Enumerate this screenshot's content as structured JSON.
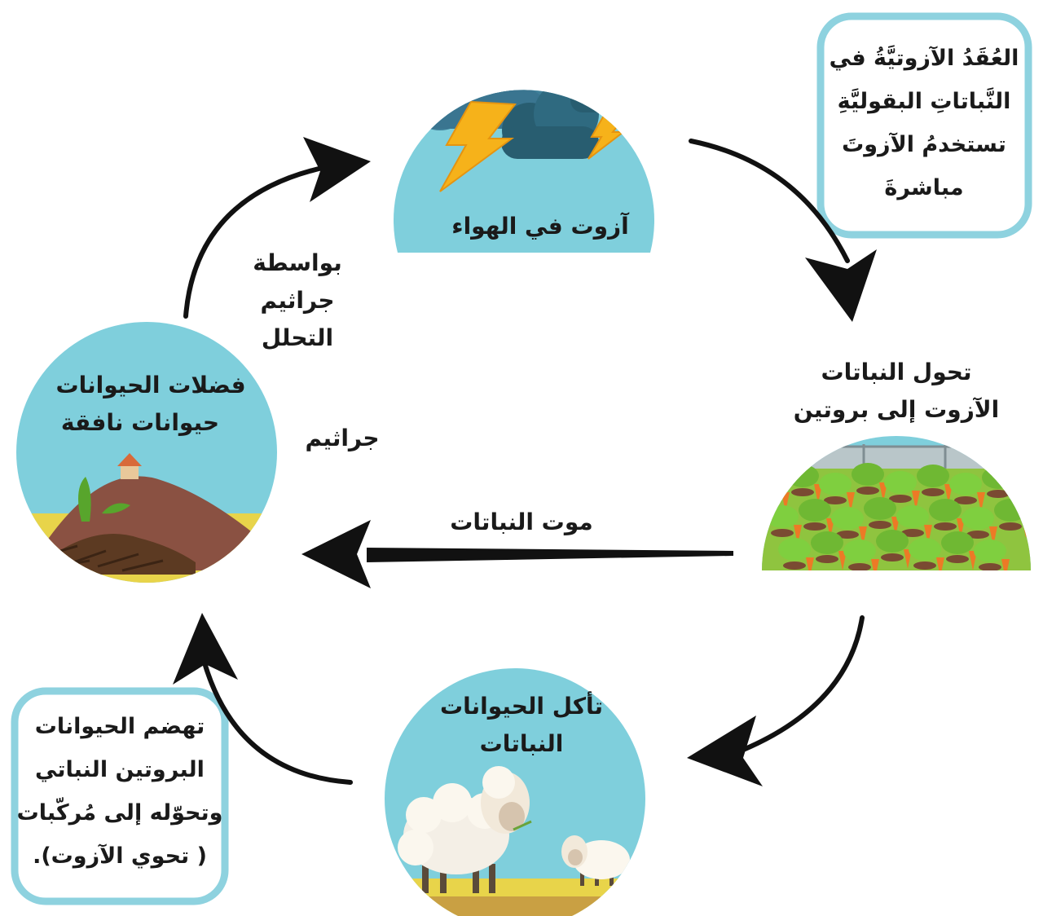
{
  "nodes": {
    "air": {
      "label": "آزوت في الهواء"
    },
    "plants": {
      "label_lines": [
        "تحول النباتات",
        "الآزوت إلى بروتين"
      ]
    },
    "animals": {
      "label_lines": [
        "تأكل الحيوانات",
        "النباتات"
      ]
    },
    "waste": {
      "label_line1": "فضلات الحيوانات",
      "label_line2_part1": "حيوانات ",
      "label_line2_part2": "نافقة"
    }
  },
  "notes": {
    "legumes": {
      "lines": [
        "العُقَدُ الآزوتيَّةُ في",
        "النَّباتاتِ البقوليَّةِ",
        "تستخدمُ الآزوتَ",
        "مباشرةَ"
      ]
    },
    "digestion": {
      "lines": [
        "تهضم الحيوانات",
        "البروتين النباتي",
        "وتحوّله إلى مُركّبات",
        "( تحوي الآزوت)."
      ]
    }
  },
  "arrow_labels": {
    "decomposers": "بواسطة جراثيم التحلل",
    "plant_death": "موت النباتات",
    "bacteria": "جراثيم"
  },
  "colors": {
    "sky": "#7fcfdc",
    "note_border": "#8ed2df",
    "arrow": "#111111",
    "ground_yellow": "#e8d44a",
    "soil": "#7a4a32",
    "leaf_green": "#79c23b",
    "carrot": "#ec7a26",
    "cloud": "#3f7f99",
    "lightning": "#f6b21a"
  }
}
